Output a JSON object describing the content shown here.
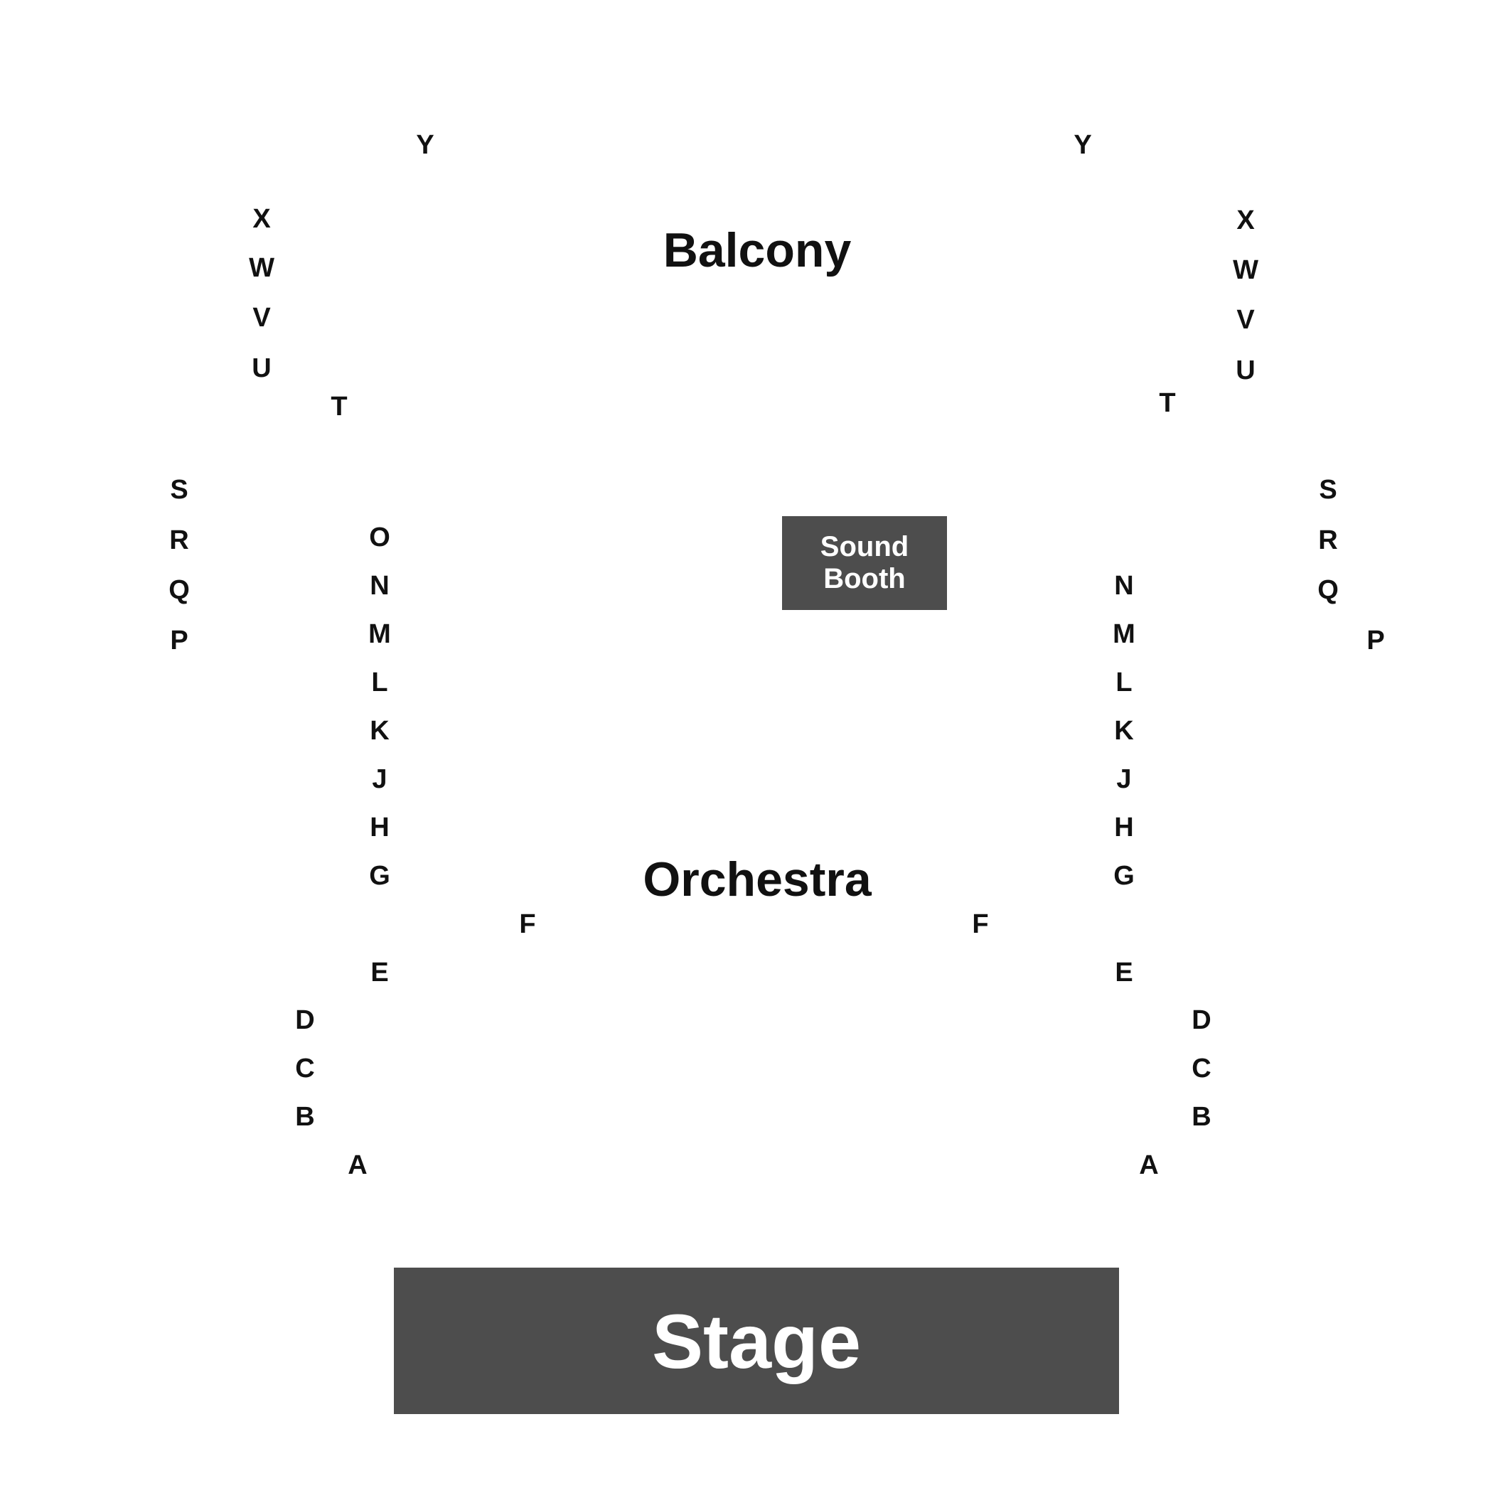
{
  "sections": {
    "balcony": "Balcony",
    "orchestra": "Orchestra"
  },
  "sound_booth": {
    "line1": "Sound",
    "line2": "Booth"
  },
  "stage": "Stage",
  "colors": {
    "block_fill": "#4d4d4d",
    "label_text": "#111111",
    "block_text": "#ffffff",
    "background": "#ffffff"
  },
  "rows": {
    "left": [
      "Y",
      "X",
      "W",
      "V",
      "U",
      "T",
      "S",
      "R",
      "Q",
      "P",
      "O",
      "N",
      "M",
      "L",
      "K",
      "J",
      "H",
      "G",
      "F",
      "E",
      "D",
      "C",
      "B",
      "A"
    ],
    "right": [
      "Y",
      "X",
      "W",
      "V",
      "U",
      "T",
      "S",
      "R",
      "Q",
      "P",
      "N",
      "M",
      "L",
      "K",
      "J",
      "H",
      "G",
      "F",
      "E",
      "D",
      "C",
      "B",
      "A"
    ]
  }
}
